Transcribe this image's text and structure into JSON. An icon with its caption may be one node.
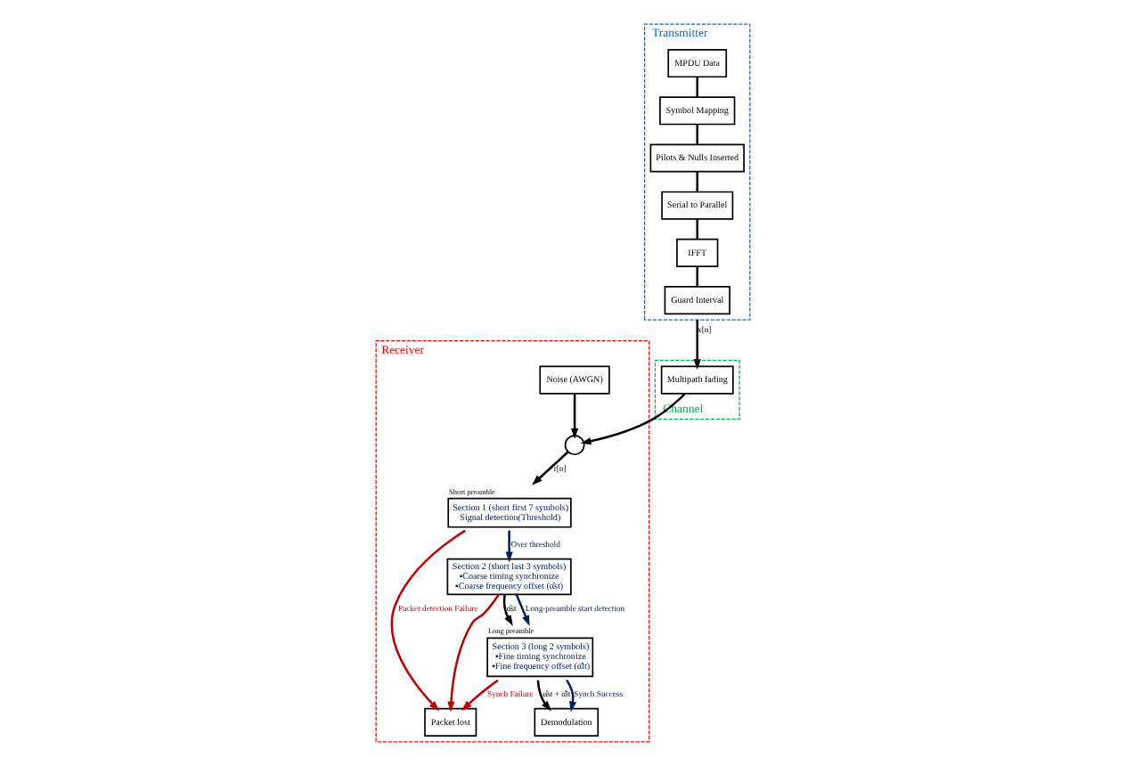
{
  "diagram": {
    "nodes": [
      {
        "text": [
          "Channel"
        ]
      },
      {
        "text": [
          "Multipath fading"
        ],
        "in": 0
      },
      {
        "text": [
          "Transmitter"
        ]
      },
      {
        "text": [
          "Guard Interval"
        ],
        "in": 2
      },
      {
        "text": [
          "IFFT"
        ],
        "in": 2
      },
      {
        "text": [
          "Serial to Parallel"
        ],
        "in": 2
      },
      {
        "text": [
          "Pilots & Nulls Inserted"
        ],
        "in": 2
      },
      {
        "text": [
          "Symbol Mapping"
        ],
        "in": 2
      },
      {
        "text": [
          "MPDU Data"
        ],
        "in": 2
      },
      {
        "text": [
          "Receiver"
        ]
      },
      {
        "text": [],
        "shape": "circle",
        "in": 9
      },
      {
        "text": [
          "Noise (AWGN)"
        ],
        "in": 9
      },
      {
        "text": [
          "Section 1 (short first 7 symbols)",
          "Signal detection(Threshold)"
        ],
        "beside": [
          "Short preamble"
        ],
        "in": 9
      },
      {
        "text": [
          "Section 2 (short last 3 symbols)",
          "▪Coarse timing synchronize",
          "▪Coarse frequency offset (α̂st)"
        ],
        "in": 9
      },
      {
        "text": [
          "Section 3 (long 2 symbols)",
          "▪Fine timing synchronize",
          "▪Fine frequency offset (α̂lt)"
        ],
        "beside": [
          "Long preamble"
        ],
        "in": 9
      },
      {
        "text": [
          "Packet lost"
        ],
        "in": 9
      },
      {
        "text": [
          "Demodulation"
        ],
        "in": 9
      }
    ],
    "edges": [
      {
        "from": 8,
        "to": 7,
        "arrow": "none"
      },
      {
        "from": 7,
        "to": 6,
        "arrow": "none"
      },
      {
        "from": 6,
        "to": 5,
        "arrow": "none"
      },
      {
        "from": 5,
        "to": 4,
        "arrow": "none"
      },
      {
        "from": 4,
        "to": 3,
        "arrow": "none"
      },
      {
        "from": 2,
        "to": 1,
        "arrow": "to",
        "label": "x[n]"
      },
      {
        "from": 1,
        "to": 10,
        "arrow": "to"
      },
      {
        "from": 11,
        "to": 10,
        "arrow": "to"
      },
      {
        "from": 10,
        "to": 12,
        "arrow": "to",
        "label": "r[n]"
      },
      {
        "from": 12,
        "to": 13,
        "arrow": "to",
        "label": "Over threshold",
        "color": "#002060"
      },
      {
        "from": 13,
        "to": 14,
        "arrow": "to",
        "label": "Long-preamble start detection",
        "color": "#002060"
      },
      {
        "from": 13,
        "to": 14,
        "arrow": "to",
        "label": "α̂st"
      },
      {
        "from": 14,
        "to": 16,
        "arrow": "to",
        "label": "α̂st + α̂lt"
      },
      {
        "from": 14,
        "to": 16,
        "arrow": "to",
        "label": "Synch Success",
        "color": "#002060"
      },
      {
        "from": 13,
        "to": 15,
        "arrow": "to",
        "color": "#c00000"
      },
      {
        "from": 14,
        "to": 15,
        "arrow": "to",
        "label": "Synch Failure",
        "color": "#c00000"
      },
      {
        "from": 12,
        "to": 15,
        "arrow": "to",
        "label": "Packet detection Failure",
        "color": "#c00000"
      }
    ]
  }
}
